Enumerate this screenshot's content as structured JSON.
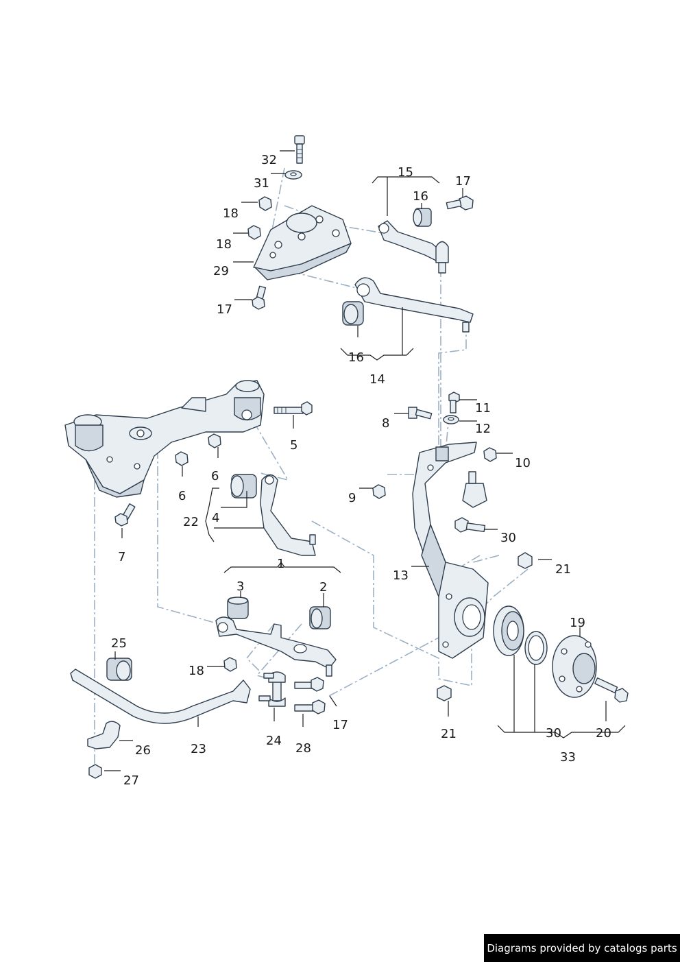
{
  "credit": "Diagrams provided by catalogs parts",
  "labels": {
    "c1": "1",
    "c2": "2",
    "c3": "3",
    "c4": "4",
    "c5": "5",
    "c6a": "6",
    "c6b": "6",
    "c7": "7",
    "c8": "8",
    "c9": "9",
    "c10": "10",
    "c11": "11",
    "c12": "12",
    "c13": "13",
    "c14": "14",
    "c15": "15",
    "c16a": "16",
    "c16b": "16",
    "c17a": "17",
    "c17b": "17",
    "c17c": "17",
    "c18a": "18",
    "c18b": "18",
    "c18c": "18",
    "c19": "19",
    "c20": "20",
    "c21a": "21",
    "c21b": "21",
    "c22": "22",
    "c23": "23",
    "c24": "24",
    "c25": "25",
    "c26": "26",
    "c27": "27",
    "c28": "28",
    "c29": "29",
    "c30a": "30",
    "c30b": "30",
    "c31": "31",
    "c32": "32",
    "c33": "33"
  },
  "colors": {
    "line": "#1a1a1a",
    "part_fill": "#e9eef3",
    "part_stroke": "#2e3d4d",
    "dash": "#9bb0c4"
  }
}
